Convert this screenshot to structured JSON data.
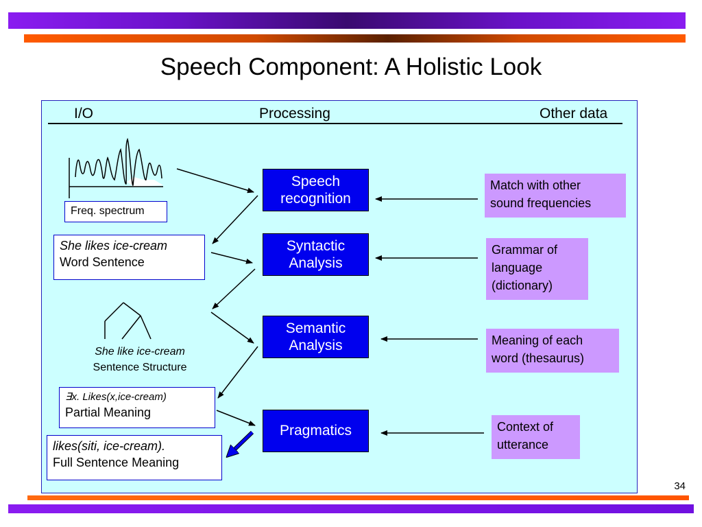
{
  "title": "Speech Component: A Holistic Look",
  "headers": {
    "io": "I/O",
    "processing": "Processing",
    "other": "Other data"
  },
  "processing": {
    "speech_l1": "Speech",
    "speech_l2": "recognition",
    "syntactic_l1": "Syntactic",
    "syntactic_l2": "Analysis",
    "semantic_l1": "Semantic",
    "semantic_l2": "Analysis",
    "pragmatics": "Pragmatics"
  },
  "other_data": {
    "speech_l1": "Match with other",
    "speech_l2": "sound frequencies",
    "syntactic_l1": "Grammar of",
    "syntactic_l2": "language",
    "syntactic_l3": "(dictionary)",
    "semantic_l1": "Meaning of each",
    "semantic_l2": "word (thesaurus)",
    "pragmatics_l1": "Context of",
    "pragmatics_l2": "utterance"
  },
  "io": {
    "freq": "Freq. spectrum",
    "word_italic": "She likes ice-cream",
    "word_label": "Word Sentence",
    "structure_italic": "She like ice-cream",
    "structure_label": "Sentence Structure",
    "partial_italic": "∃x.   Likes(x,ice-cream)",
    "partial_label": "Partial Meaning",
    "full_italic": "likes(siti, ice-cream).",
    "full_label": "Full Sentence Meaning"
  },
  "page_number": "34",
  "colors": {
    "process_box": "#0000ee",
    "other_box": "#cc99ff",
    "panel": "#ccffff",
    "accent_purple": "#8a1cf0",
    "accent_orange": "#ff5a00"
  }
}
